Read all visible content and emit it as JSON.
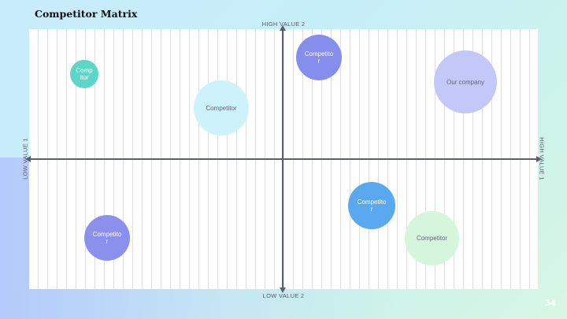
{
  "slide": {
    "title": "Competitor Matrix",
    "page_number": "34"
  },
  "axes": {
    "top": "HIGH VALUE 2",
    "bottom": "LOW VALUE 2",
    "left": "LOW VALUE 1",
    "right": "HIGH VALUE 1"
  },
  "bubbles": [
    {
      "label": "Comp\nitor",
      "color": "#5dd6c7",
      "text_color": "#ffffff"
    },
    {
      "label": "Competitor",
      "color": "#cdf2fb",
      "text_color": "#5f6574"
    },
    {
      "label": "Competito\nr",
      "color": "#858ded",
      "text_color": "#ffffff"
    },
    {
      "label": "Our company",
      "color": "#c3c8f8",
      "text_color": "#5f6574"
    },
    {
      "label": "Competito\nr",
      "color": "#5aa8ef",
      "text_color": "#ffffff"
    },
    {
      "label": "Competito\nr",
      "color": "#8a90ec",
      "text_color": "#ffffff"
    },
    {
      "label": "Competitor",
      "color": "#d5f6dc",
      "text_color": "#5f6574"
    }
  ]
}
